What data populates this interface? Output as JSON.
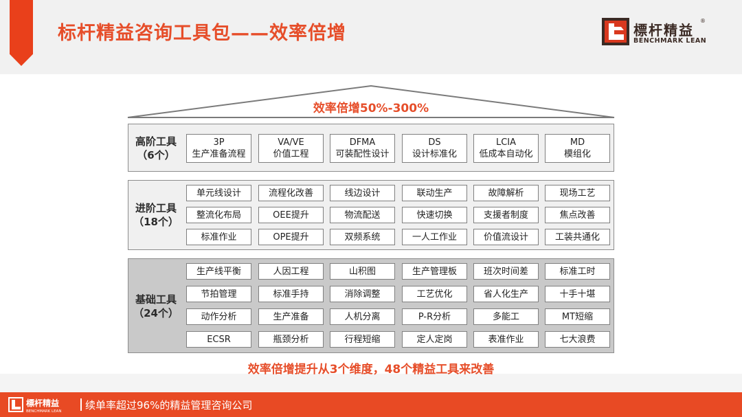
{
  "header": {
    "title": "标杆精益咨询工具包——效率倍增",
    "logo": {
      "cn": "標杆精益",
      "reg": "®",
      "en": "BENCHMARK LEAN"
    }
  },
  "roof_text": "效率倍增50%-300%",
  "tiers": {
    "advanced": {
      "label_line1": "高阶工具",
      "label_line2": "（6个）",
      "items": [
        {
          "code": "3P",
          "name": "生产准备流程"
        },
        {
          "code": "VA/VE",
          "name": "价值工程"
        },
        {
          "code": "DFMA",
          "name": "可装配性设计"
        },
        {
          "code": "DS",
          "name": "设计标准化"
        },
        {
          "code": "LCIA",
          "name": "低成本自动化"
        },
        {
          "code": "MD",
          "name": "模组化"
        }
      ]
    },
    "intermediate": {
      "label_line1": "进阶工具",
      "label_line2": "（18个）",
      "items": [
        "单元线设计",
        "流程化改善",
        "线边设计",
        "联动生产",
        "故障解析",
        "现场工艺",
        "整流化布局",
        "OEE提升",
        "物流配送",
        "快速切换",
        "支援者制度",
        "焦点改善",
        "标准作业",
        "OPE提升",
        "双频系统",
        "一人工作业",
        "价值流设计",
        "工装共通化"
      ]
    },
    "basic": {
      "label_line1": "基础工具",
      "label_line2": "（24个）",
      "items": [
        "生产线平衡",
        "人因工程",
        "山积图",
        "生产管理板",
        "班次时间差",
        "标准工时",
        "节拍管理",
        "标准手持",
        "消除调整",
        "工艺优化",
        "省人化生产",
        "十手十堪",
        "动作分析",
        "生产准备",
        "人机分离",
        "P-R分析",
        "多能工",
        "MT短缩",
        "ECSR",
        "瓶颈分析",
        "行程短缩",
        "定人定岗",
        "表准作业",
        "七大浪费"
      ]
    }
  },
  "summary": "效率倍增提升从3个维度，48个精益工具来改善",
  "footer": {
    "logo_cn": "標杆精益",
    "logo_en": "BENCHMARK LEAN",
    "tagline": "续单率超过96%的精益管理咨询公司"
  },
  "colors": {
    "accent": "#e64e2a",
    "footer_bg": "#e84a24",
    "brand_dark": "#3b2a24"
  }
}
